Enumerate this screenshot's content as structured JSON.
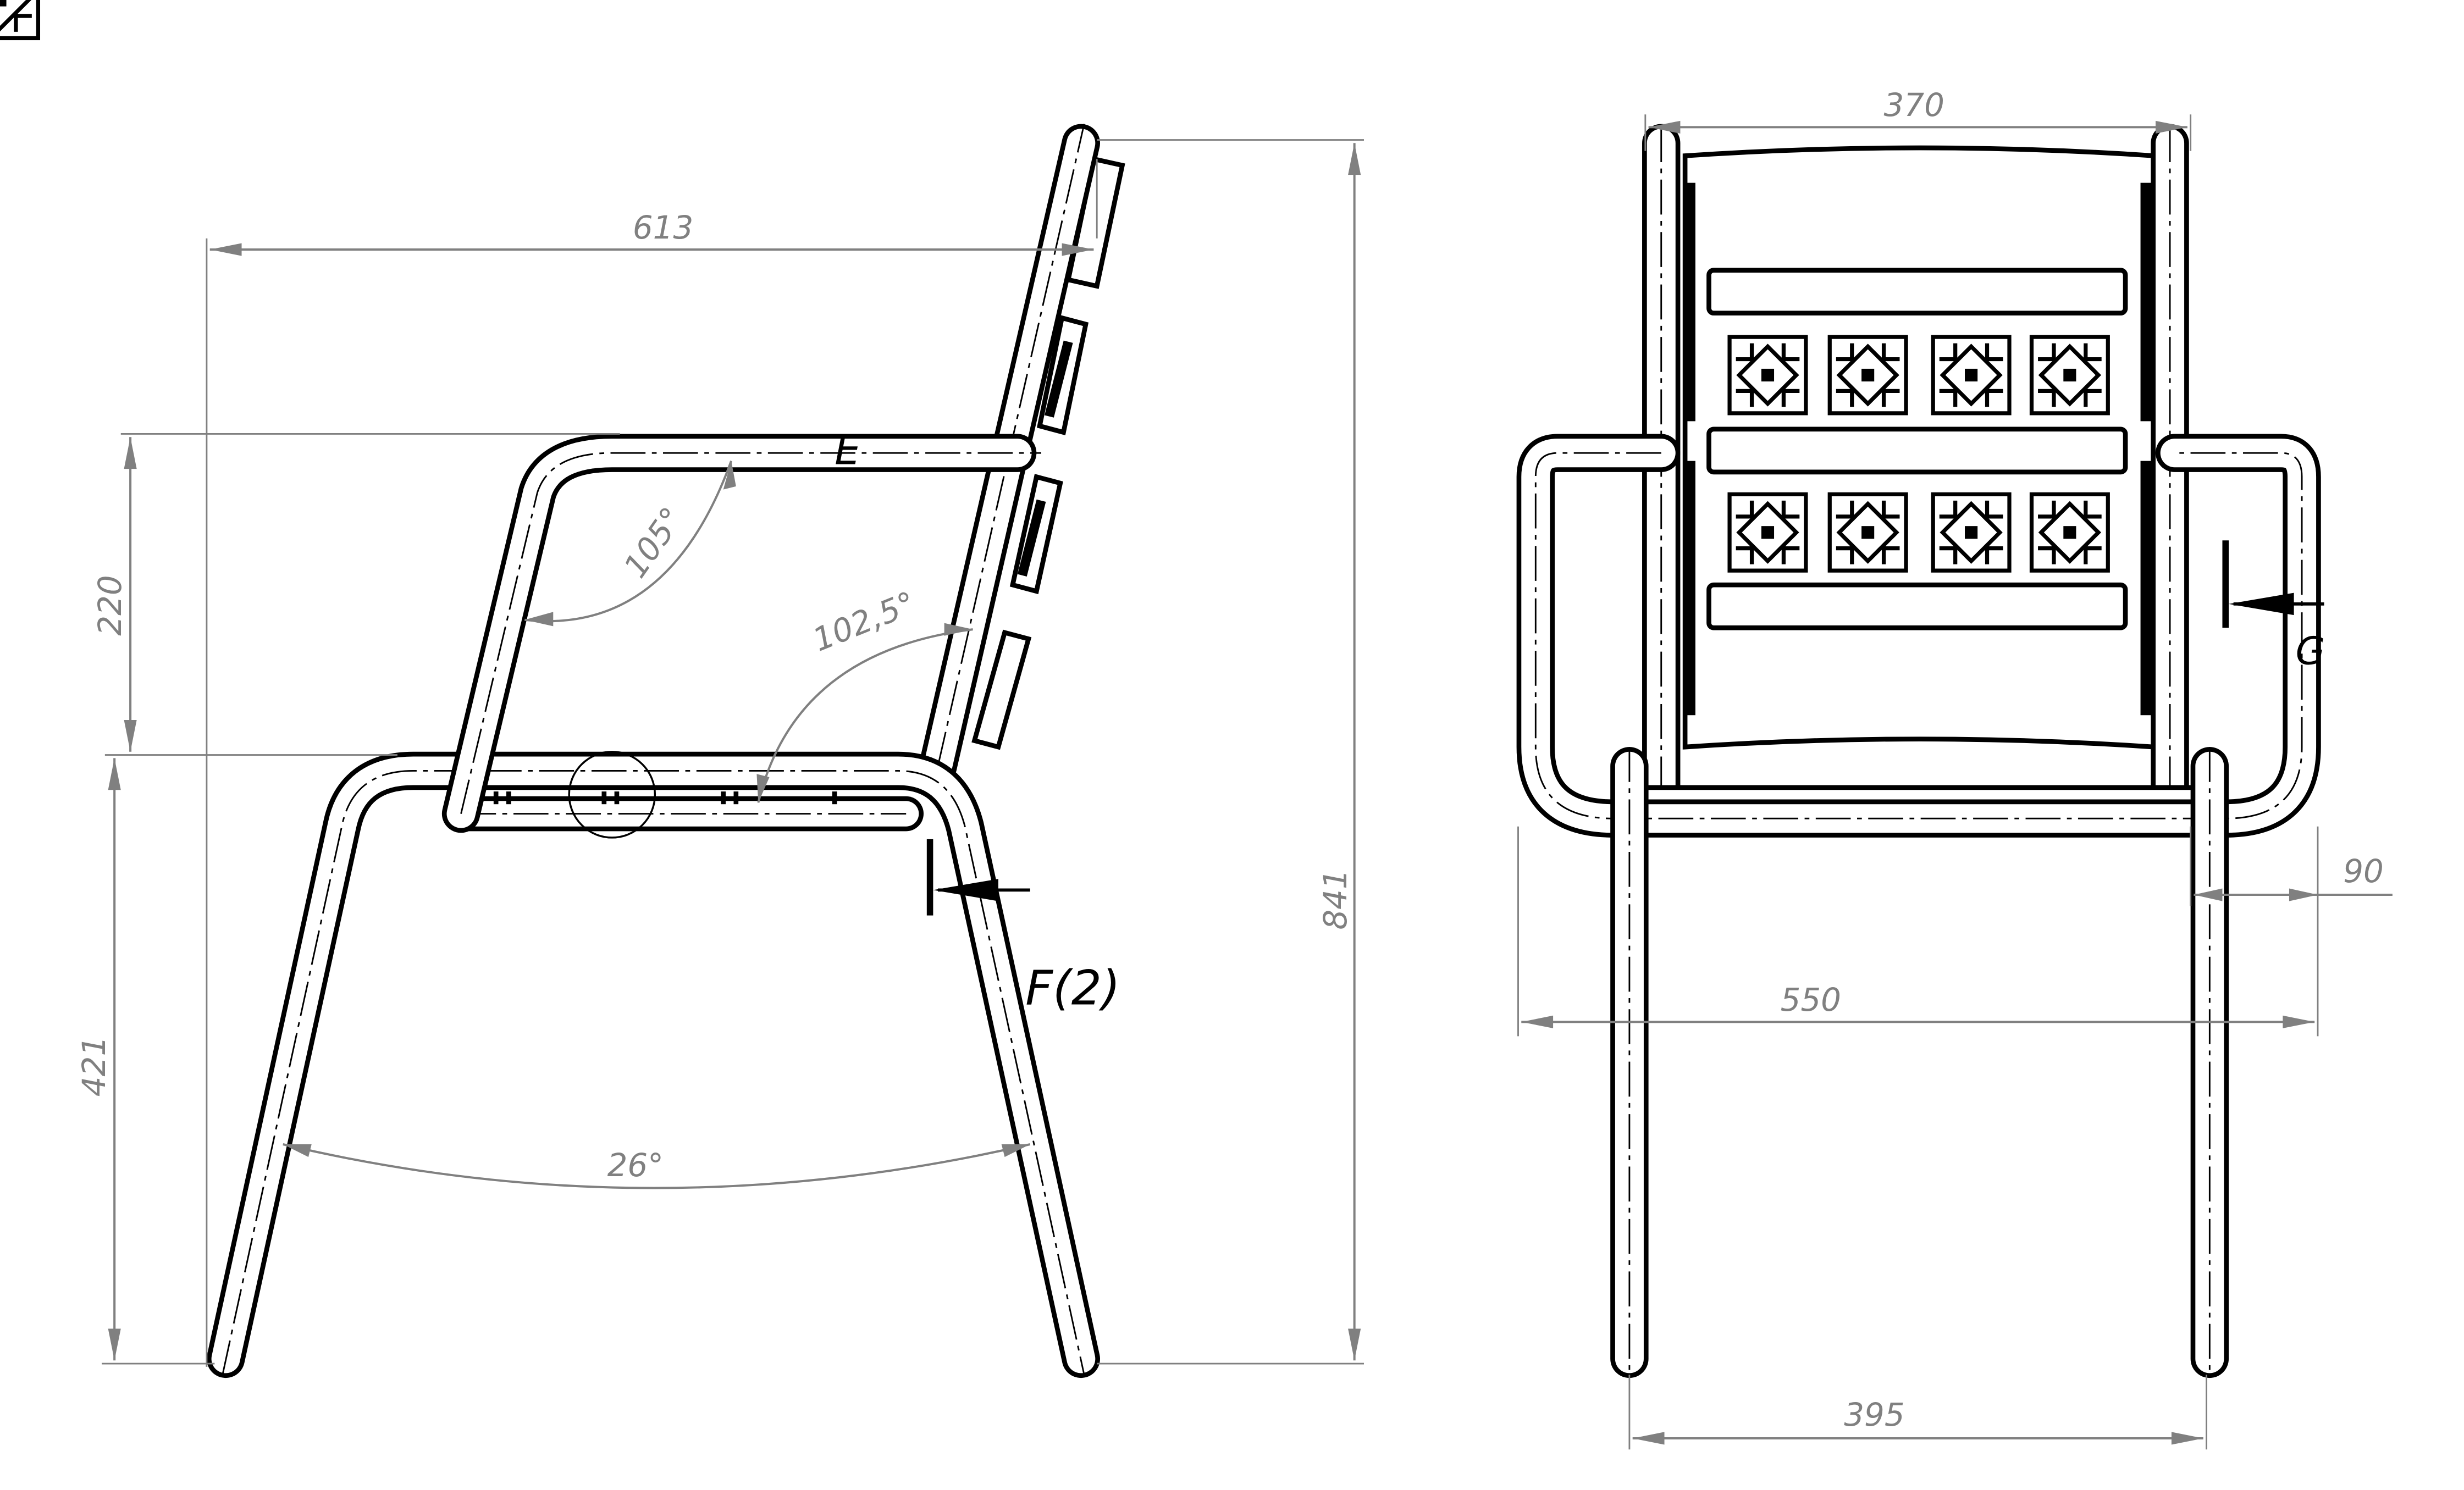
{
  "side_view": {
    "dim_depth": "613",
    "dim_arm_height": "220",
    "dim_seat_height": "421",
    "dim_total_height": "841",
    "angle_arm": "105°",
    "angle_back": "102,5°",
    "angle_legs": "26°",
    "label_E": "E",
    "section_F": "F(2)"
  },
  "front_view": {
    "dim_back_width": "370",
    "dim_arm_offset": "90",
    "dim_total_width": "550",
    "dim_leg_spacing": "395",
    "section_G": "G"
  },
  "colors": {
    "line": "#000000",
    "dimension": "#808080"
  }
}
